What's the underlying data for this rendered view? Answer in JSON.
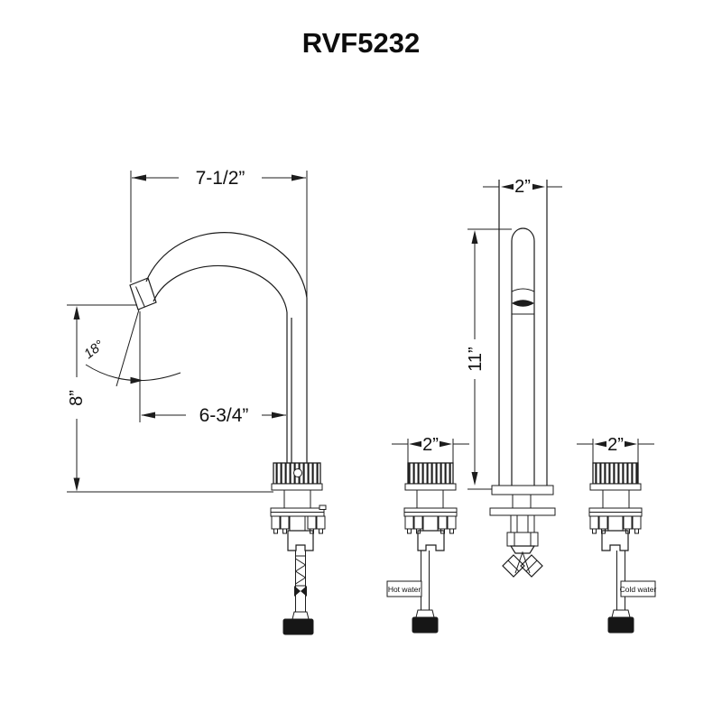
{
  "title": "RVF5232",
  "front_view": {
    "spout_width": "7-1/2”",
    "spout_reach": "6-3/4”",
    "deck_height": "8”",
    "spout_angle": "18°"
  },
  "side_view": {
    "body_width": "2”",
    "overall_height": "11”"
  },
  "handles": {
    "hot": {
      "width": "2”",
      "label": "Hot water"
    },
    "cold": {
      "width": "2”",
      "label": "Cold water"
    }
  }
}
